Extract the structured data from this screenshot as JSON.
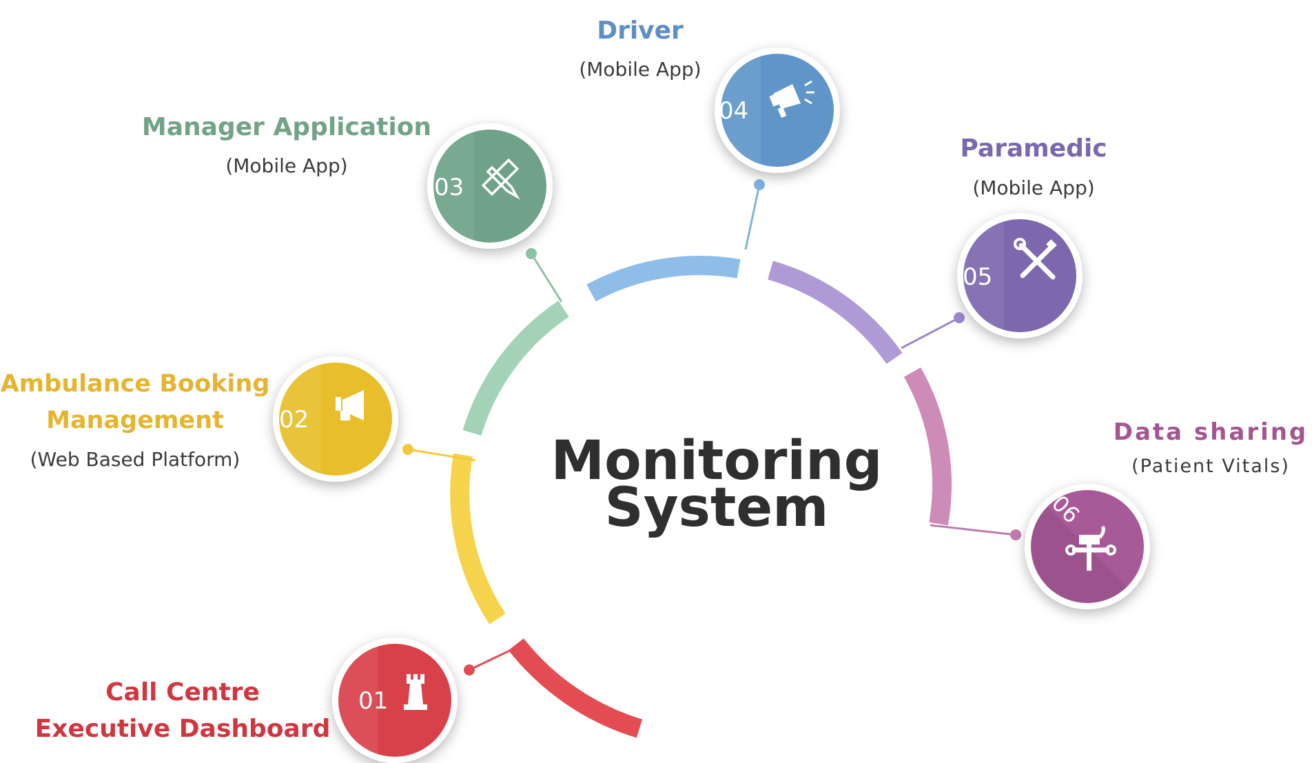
{
  "center": {
    "line1": "Monitoring",
    "line2": "System"
  },
  "nodes": [
    {
      "number": "01",
      "title_lines": [
        "Call Centre",
        "Executive Dashboard"
      ],
      "subtitle": "",
      "color": "#d9414a",
      "icon": "chess-rook-icon"
    },
    {
      "number": "02",
      "title_lines": [
        "Ambulance Booking",
        "Management"
      ],
      "subtitle": "(Web Based Platform)",
      "color": "#e8bf2a",
      "icon": "megaphone-icon"
    },
    {
      "number": "03",
      "title_lines": [
        "Manager Application"
      ],
      "subtitle": "(Mobile App)",
      "color": "#6fa288",
      "icon": "pencil-ruler-icon"
    },
    {
      "number": "04",
      "title_lines": [
        "Driver"
      ],
      "subtitle": "(Mobile App)",
      "color": "#5f95c9",
      "icon": "bullhorn-icon"
    },
    {
      "number": "05",
      "title_lines": [
        "Paramedic"
      ],
      "subtitle": "(Mobile App)",
      "color": "#7d68ad",
      "icon": "tools-icon"
    },
    {
      "number": "06",
      "title_lines": [
        "Data sharing"
      ],
      "subtitle": "(Patient Vitals)",
      "color": "#a85a98",
      "icon": "hammer-wrench-icon"
    }
  ],
  "colors": {
    "ring_red": "#e24c52",
    "ring_yellow": "#f6d34c",
    "ring_green": "#a3d2b6",
    "ring_blue": "#8ebde8",
    "ring_purple": "#b09ad6",
    "ring_pink": "#cd8bb8",
    "title_red": "#d0363f",
    "title_yellow": "#e5b531",
    "title_green": "#72a387",
    "title_blue": "#5e8fc4",
    "title_purple": "#7a68ad",
    "title_pink": "#a4558f"
  }
}
